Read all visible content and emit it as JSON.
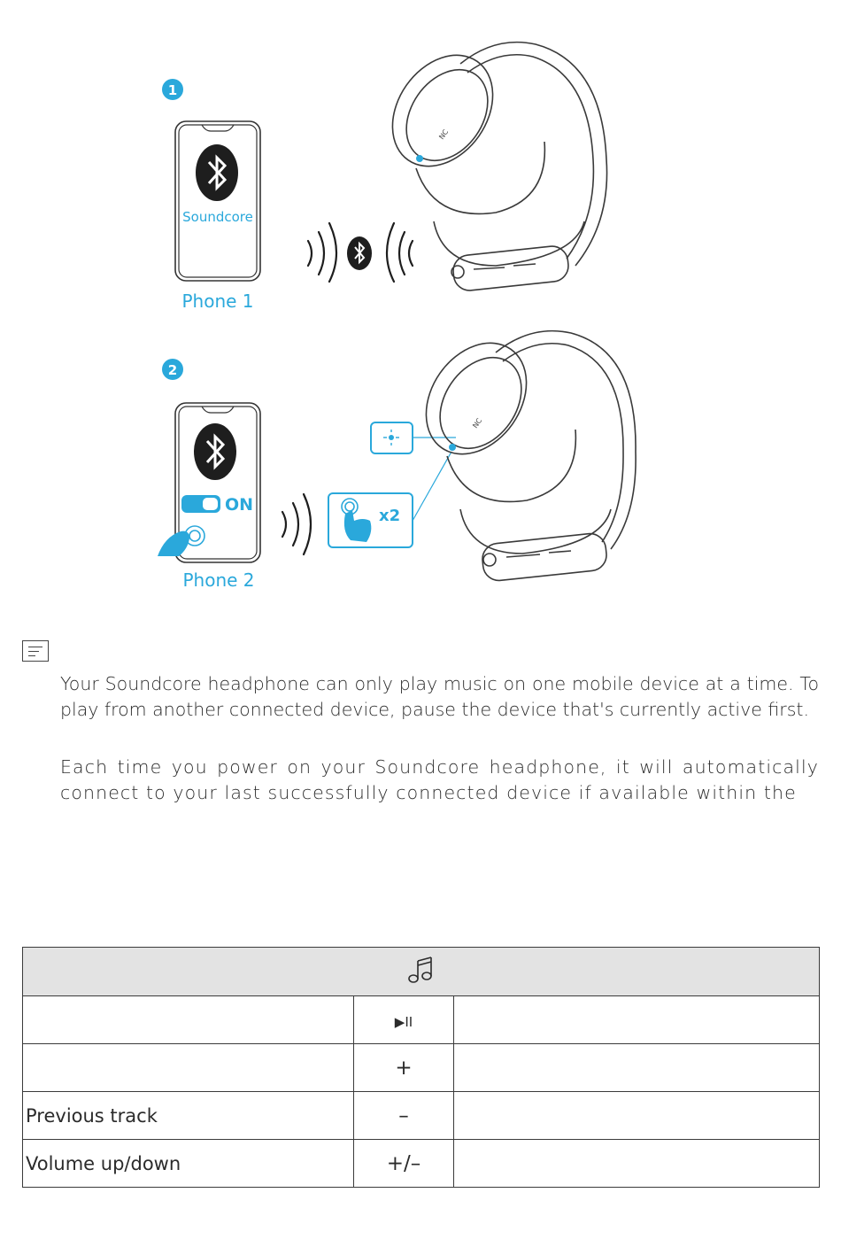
{
  "illustration": {
    "step1_number": "1",
    "step2_number": "2",
    "phone1_app_label": "Soundcore",
    "phone1_caption": "Phone 1",
    "phone2_toggle_label": "ON",
    "phone2_caption": "Phone 2",
    "tap_count_label": "x2",
    "headphone_nc_label": "NC",
    "accent_color": "#2aa8db"
  },
  "note": {
    "icon": "note-icon",
    "paragraph1": "Your Soundcore headphone can only play music on one mobile device at a time. To play from another connected device, pause the device that's currently active first.",
    "paragraph2": "Each time you power on your Soundcore headphone, it will automatically connect to your last successfully connected device if available within the"
  },
  "controls_table": {
    "header_icon": "music-note-icon",
    "rows": [
      {
        "action": "",
        "key": "▶II",
        "detail": ""
      },
      {
        "action": "",
        "key": "+",
        "detail": ""
      },
      {
        "action": "Previous track",
        "key": "–",
        "detail": ""
      },
      {
        "action": "Volume up/down",
        "key": "+/–",
        "detail": ""
      }
    ]
  }
}
